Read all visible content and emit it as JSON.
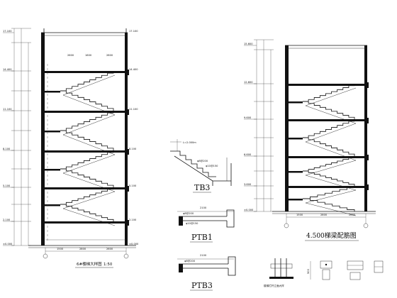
{
  "drawing": {
    "left_title": "6#楼梯大样图",
    "left_scale": "1:50",
    "right_title": "4.500梯梁配筋图",
    "detail_labels": [
      "TB3",
      "PTB1",
      "PTB3"
    ],
    "bottom_caption": "楼梯栏杆立面大样",
    "dim_500": "500"
  },
  "left_section": {
    "levels": [
      "17.100",
      "14.400",
      "11.100",
      "8.100",
      "5.100",
      "2.100",
      "±0.000"
    ],
    "top_dims": [
      "2600",
      "1600",
      "2800"
    ],
    "bottom_dims": [
      "1500",
      "2800",
      "2600"
    ]
  },
  "right_section": {
    "levels": [
      "15.600",
      "12.600",
      "9.600",
      "6.600",
      "3.600",
      "±0.000"
    ],
    "bottom_dims": [
      "1500",
      "2800",
      "2600"
    ]
  }
}
